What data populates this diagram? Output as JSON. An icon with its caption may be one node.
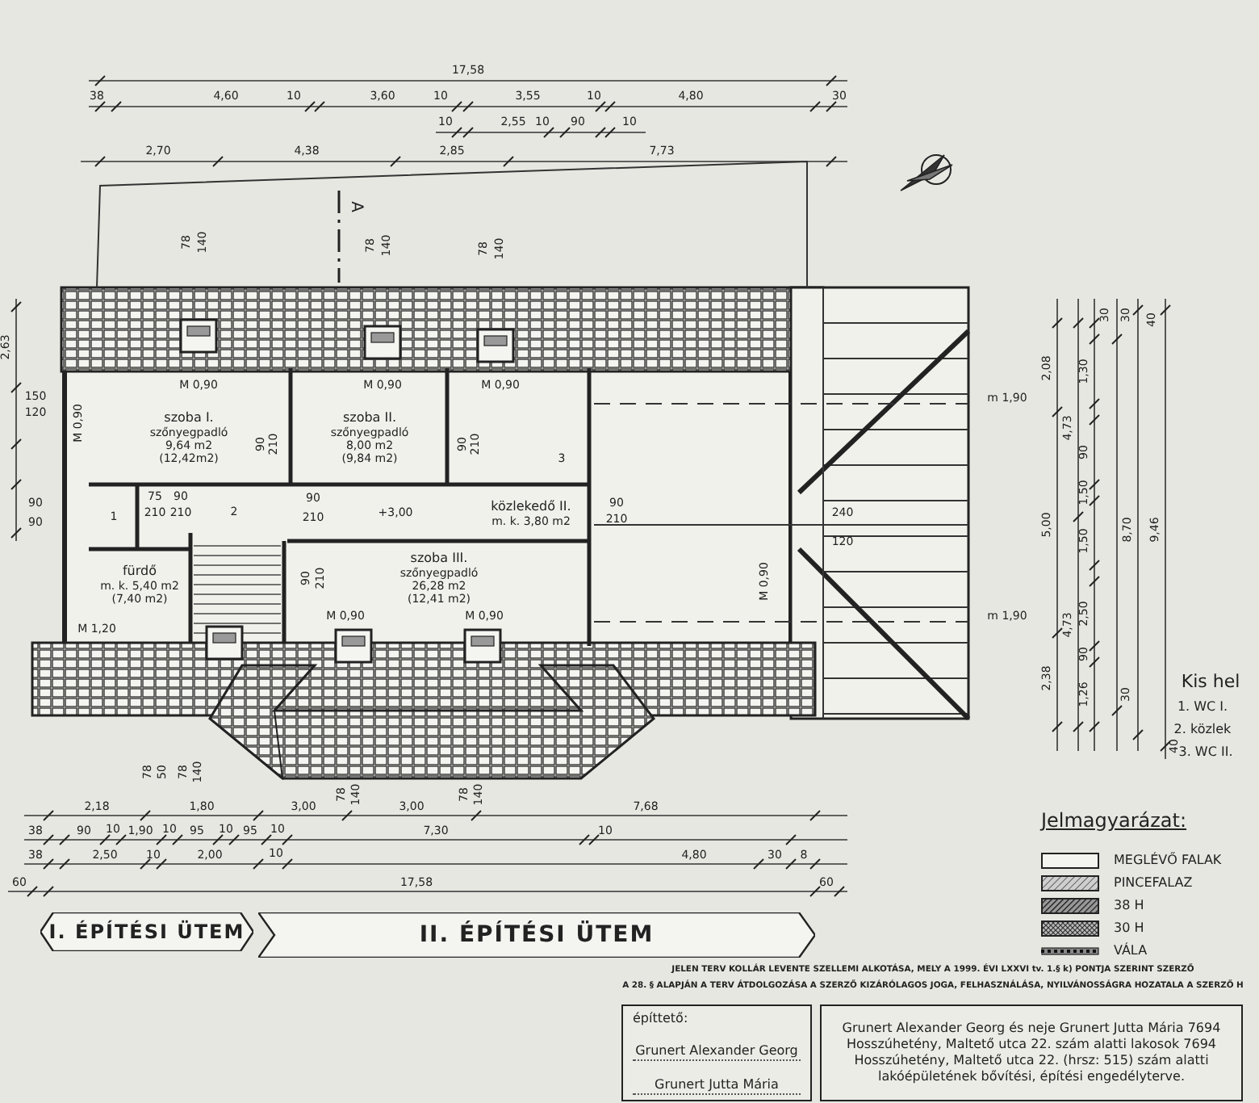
{
  "diagram": {
    "nodes": [
      {
        "text": [
          "szoba I.",
          "szőnyegpadló",
          "9,64 m2",
          "(12,42m2)"
        ]
      },
      {
        "text": [
          "szoba II.",
          "szőnyegpadló",
          "8,00 m2",
          "(9,84 m2)"
        ]
      },
      {
        "text": [
          "3"
        ]
      },
      {
        "text": [
          "1"
        ]
      },
      {
        "text": [
          "2"
        ]
      },
      {
        "text": [
          "közlekedő II.",
          "m. k. 3,80 m2"
        ]
      },
      {
        "text": [
          "fürdő",
          "m. k. 5,40 m2",
          "(7,40 m2)"
        ]
      },
      {
        "text": [
          "szoba III.",
          "szőnyegpadló",
          "26,28 m2",
          "(12,41 m2)"
        ]
      },
      {
        "text": [
          "I. ÉPÍTÉSI ÜTEM"
        ]
      },
      {
        "text": [
          "II. ÉPÍTÉSI ÜTEM"
        ]
      },
      {
        "text": [
          "építtető:",
          "Grunert Alexander Georg",
          "Grunert Jutta Mária"
        ]
      },
      {
        "text": [
          "Grunert Alexander Georg és neje Grunert Jutta Mária 7694 Hosszúhetény, Maltető utca 22. szám alatti lakosok 7694 Hosszúhetény, Maltető utca 22. (hrsz: 515) szám alatti lakóépületének bővítési, építési engedélyterve."
        ]
      }
    ],
    "edges": [],
    "labels": [
      "17,58",
      "38",
      "4,60",
      "10",
      "3,60",
      "10",
      "3,55",
      "10",
      "4,80",
      "30",
      "10",
      "2,55",
      "10",
      "90",
      "10",
      "2,70",
      "4,38",
      "2,85",
      "7,73",
      "A",
      "78",
      "140",
      "78",
      "140",
      "78",
      "140",
      "2,63",
      "150",
      "120",
      "90",
      "90",
      "M 0,90",
      "M 0,90",
      "M 0,90",
      "M 0,90",
      "90",
      "210",
      "90",
      "210",
      "75",
      "210",
      "90",
      "210",
      "90",
      "210",
      "+3,00",
      "90",
      "210",
      "90",
      "210",
      "M 1,20",
      "M 0,90",
      "M 0,90",
      "M 0,90",
      "m 1,90",
      "240",
      "120",
      "m 1,90",
      "2,08",
      "4,73",
      "5,00",
      "4,73",
      "2,38",
      "30",
      "30",
      "40",
      "1,30",
      "90",
      "1,50",
      "1,50",
      "2,50",
      "90",
      "1,26",
      "30",
      "8,70",
      "9,46",
      "40",
      "78",
      "50",
      "78",
      "140",
      "78",
      "140",
      "78",
      "140",
      "2,18",
      "1,80",
      "3,00",
      "3,00",
      "7,68",
      "38",
      "90",
      "10",
      "1,90",
      "10",
      "95",
      "10",
      "95",
      "10",
      "7,30",
      "10",
      "38",
      "2,50",
      "10",
      "2,00",
      "10",
      "4,80",
      "30",
      "8",
      "60",
      "17,58",
      "60",
      "Kis hel",
      "1. WC I.",
      "2. közlek",
      "3. WC II.",
      "Jelmagyarázat:",
      "JELEN TERV KOLLÁR LEVENTE SZELLEMI ALKOTÁSA, MELY A 1999. ÉVI LXXVI tv. 1.§ k) PONTJA SZERINT SZERZŐ",
      "A 28. § ALAPJÁN A TERV ÁTDOLGOZÁSA A SZERZŐ KIZÁRÓLAGOS JOGA, FELHASZNÁLÁSA, NYILVÁNOSSÁGRA HOZATALA A SZERZŐ H"
    ],
    "legend": [
      {
        "text": "MEGLÉVŐ FALAK"
      },
      {
        "text": "PINCEFALAZ"
      },
      {
        "text": "38 H"
      },
      {
        "text": "30 H"
      },
      {
        "text": "VÁLA"
      }
    ]
  }
}
